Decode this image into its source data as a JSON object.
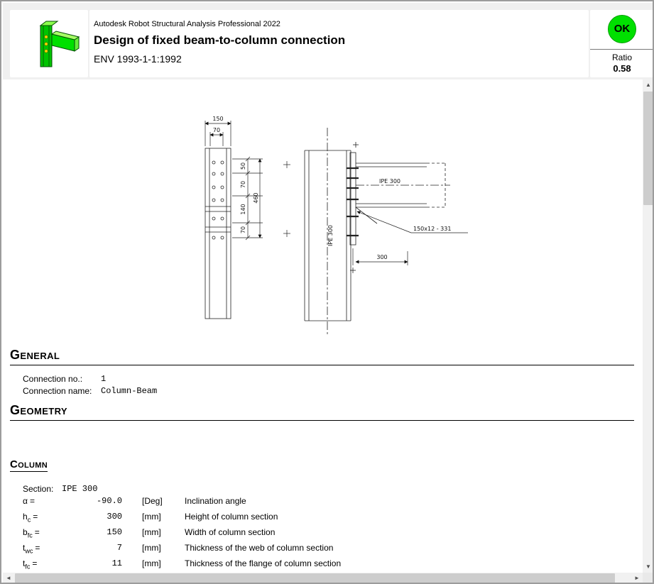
{
  "header": {
    "app_line": "Autodesk Robot Structural Analysis Professional 2022",
    "title": "Design of fixed beam-to-column connection",
    "code": "ENV 1993-1-1:1992",
    "status": "OK",
    "ratio_label": "Ratio",
    "ratio_value": "0.58",
    "status_color": "#00e000"
  },
  "drawing": {
    "labels": {
      "dim_width": "150",
      "dim_gauge": "70",
      "chain": [
        "50",
        "70",
        "140",
        "70"
      ],
      "dim_overall": "460",
      "beam_section": "IPE 300",
      "column_section": "IPE 300",
      "plate": "150x12 - 331",
      "dim_plate": "300"
    }
  },
  "general": {
    "title": "General",
    "rows": [
      {
        "label": "Connection no.:",
        "value": "1"
      },
      {
        "label": "Connection name:",
        "value": "Column-Beam"
      }
    ]
  },
  "geometry": {
    "title": "Geometry"
  },
  "column": {
    "title": "Column",
    "section_label": "Section:",
    "section_value": "IPE 300",
    "params": [
      {
        "base": "α",
        "sub": "",
        "eq": "=",
        "value": "-90.0",
        "unit": "[Deg]",
        "desc": "Inclination angle"
      },
      {
        "base": "h",
        "sub": "c",
        "eq": "=",
        "value": "300",
        "unit": "[mm]",
        "desc": "Height of column section"
      },
      {
        "base": "b",
        "sub": "fc",
        "eq": "=",
        "value": "150",
        "unit": "[mm]",
        "desc": "Width of column section"
      },
      {
        "base": "t",
        "sub": "wc",
        "eq": "=",
        "value": "7",
        "unit": "[mm]",
        "desc": "Thickness of the web of column section"
      },
      {
        "base": "t",
        "sub": "fc",
        "eq": "=",
        "value": "11",
        "unit": "[mm]",
        "desc": "Thickness of the flange of column section"
      }
    ]
  },
  "scrollbar": {
    "up": "▲",
    "down": "▼",
    "left": "◄",
    "right": "►"
  }
}
